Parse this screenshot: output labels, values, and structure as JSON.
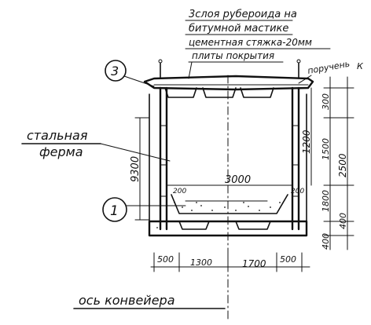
{
  "notes": {
    "line1": "3слоя рубероида на",
    "line2": "битумной мастике",
    "line3": "цементная стяжка-20мм",
    "line4": "плиты покрытия",
    "railing": "поручень"
  },
  "labels": {
    "steel_truss_1": "стальная",
    "steel_truss_2": "ферма",
    "conveyor_axis": "ось конвейера",
    "callout_3": "3",
    "callout_1": "1",
    "k_mark": "К"
  },
  "dims": {
    "height_total": "9300",
    "height_top": "1200",
    "inner_span": "3000",
    "right_300": "300",
    "right_1500": "1500",
    "right_2500": "2500",
    "right_1800": "1800",
    "right_400_a": "400",
    "right_400_b": "400",
    "corner_200_left": "200",
    "corner_200_right": "200",
    "bottom_500_left": "500",
    "bottom_1300": "1300",
    "bottom_1700": "1700",
    "bottom_500_right": "500"
  }
}
